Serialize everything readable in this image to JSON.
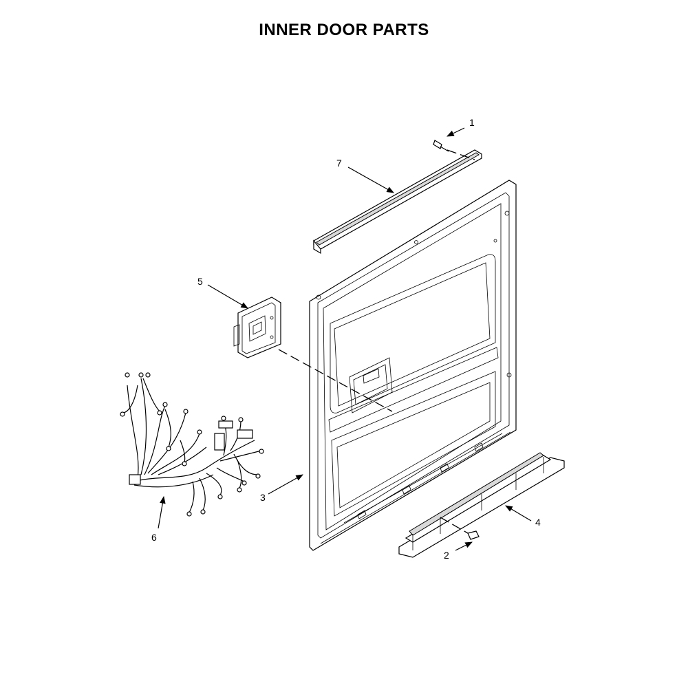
{
  "title": "INNER DOOR PARTS",
  "callouts": {
    "c1": "1",
    "c2": "2",
    "c3": "3",
    "c4": "4",
    "c5": "5",
    "c6": "6",
    "c7": "7"
  }
}
